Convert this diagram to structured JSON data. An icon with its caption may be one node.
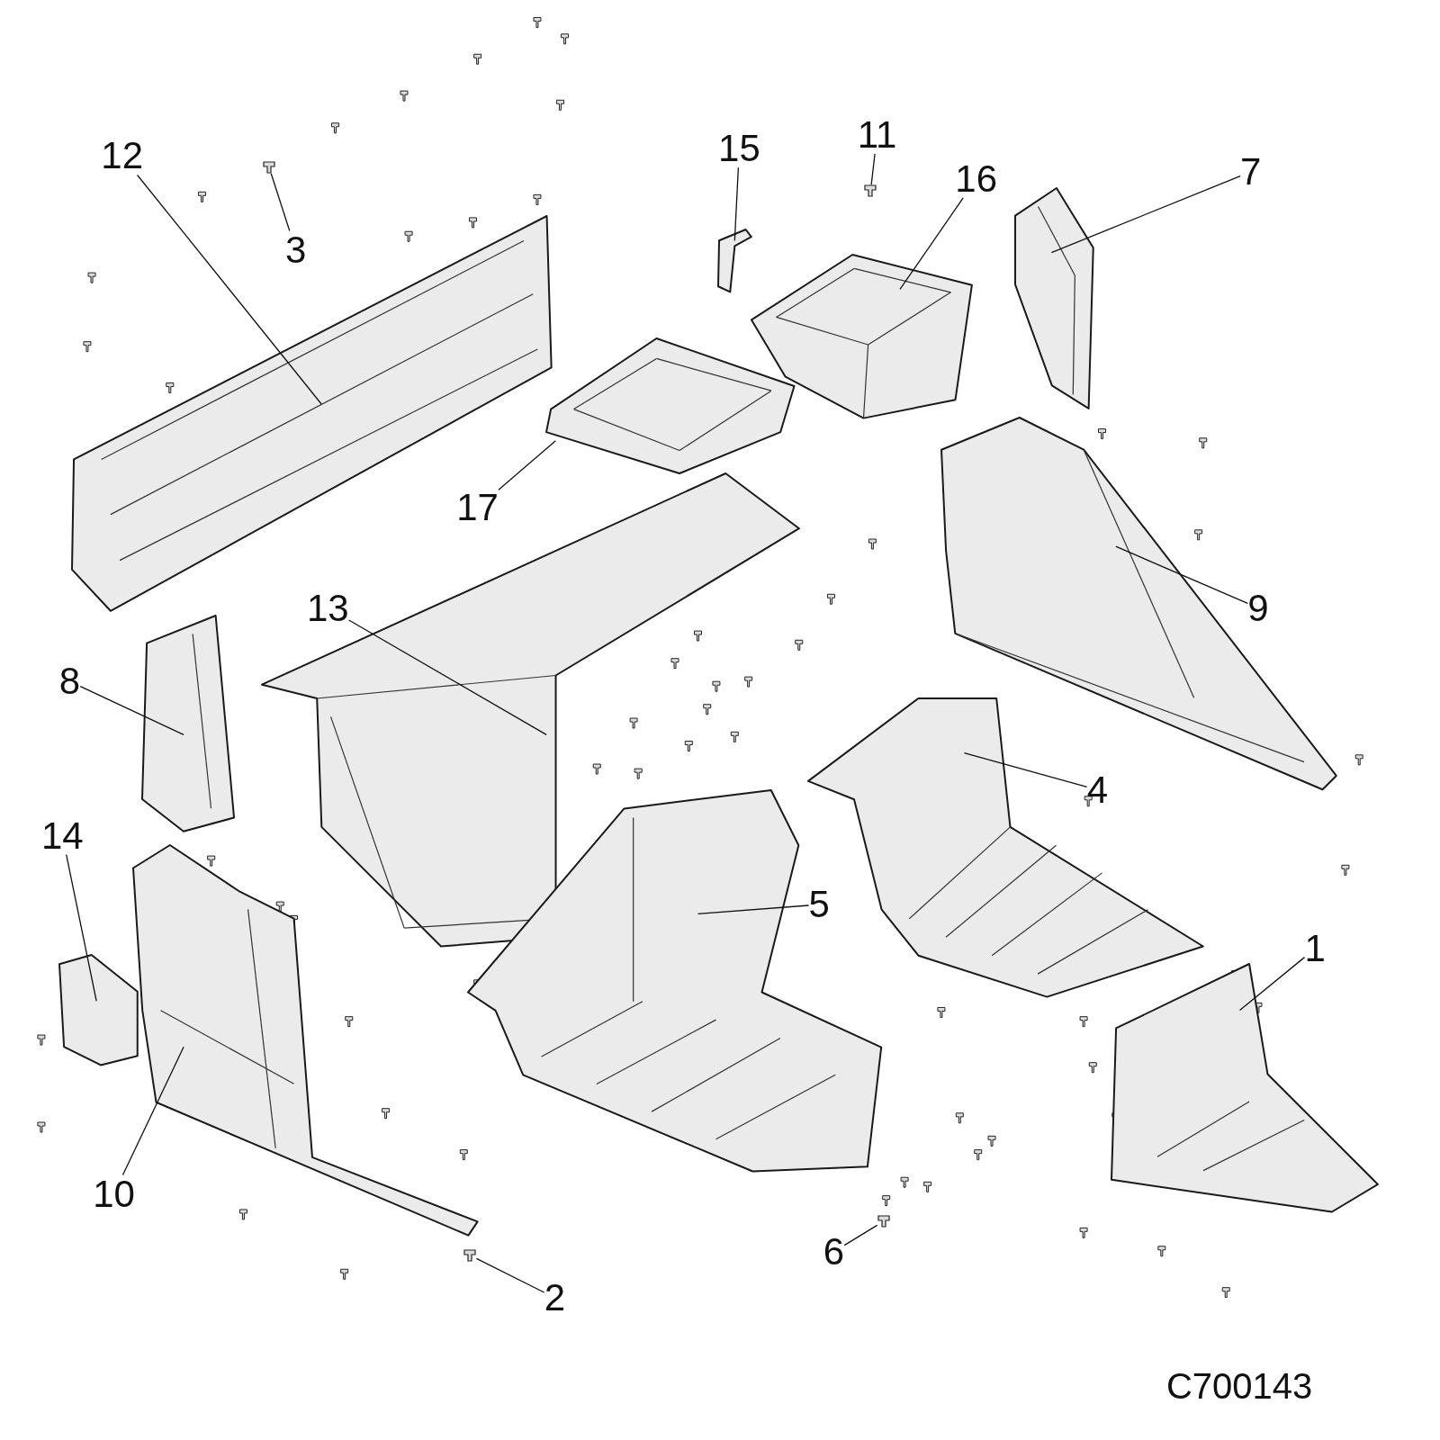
{
  "diagram": {
    "nodes": [
      {
        "text": [
          "11"
        ]
      },
      {
        "text": [
          "15"
        ]
      },
      {
        "text": [
          "12"
        ]
      },
      {
        "text": [
          "7"
        ]
      },
      {
        "text": [
          "16"
        ]
      },
      {
        "text": [
          "3"
        ]
      },
      {
        "text": [
          "17"
        ]
      },
      {
        "text": [
          "9"
        ]
      },
      {
        "text": [
          "13"
        ]
      },
      {
        "text": [
          "8"
        ]
      },
      {
        "text": [
          "4"
        ]
      },
      {
        "text": [
          "14"
        ]
      },
      {
        "text": [
          "5"
        ]
      },
      {
        "text": [
          "1"
        ]
      },
      {
        "text": [
          "10"
        ]
      },
      {
        "text": [
          "6"
        ]
      },
      {
        "text": [
          "2"
        ]
      },
      {
        "text": [],
        "shape": "picture"
      },
      {
        "text": [],
        "shape": "picture"
      },
      {
        "text": [],
        "shape": "picture"
      },
      {
        "text": [],
        "shape": "picture"
      },
      {
        "text": [],
        "shape": "picture"
      },
      {
        "text": [],
        "shape": "picture"
      },
      {
        "text": [],
        "shape": "picture"
      },
      {
        "text": [],
        "shape": "picture"
      },
      {
        "text": [],
        "shape": "picture"
      },
      {
        "text": [],
        "shape": "picture"
      },
      {
        "text": [],
        "shape": "picture"
      },
      {
        "text": [],
        "shape": "picture"
      },
      {
        "text": [],
        "shape": "picture"
      },
      {
        "text": [],
        "shape": "picture"
      },
      {
        "text": [],
        "shape": "picture"
      },
      {
        "text": [],
        "shape": "picture"
      },
      {
        "text": [],
        "shape": "picture"
      }
    ],
    "edges": [
      {
        "from": 0,
        "to": 17,
        "arrow": "none"
      },
      {
        "from": 1,
        "to": 18,
        "arrow": "none"
      },
      {
        "from": 2,
        "to": 19,
        "arrow": "none"
      },
      {
        "from": 3,
        "to": 20,
        "arrow": "none"
      },
      {
        "from": 4,
        "to": 21,
        "arrow": "none"
      },
      {
        "from": 5,
        "to": 22,
        "arrow": "none"
      },
      {
        "from": 6,
        "to": 23,
        "arrow": "none"
      },
      {
        "from": 7,
        "to": 24,
        "arrow": "none"
      },
      {
        "from": 8,
        "to": 25,
        "arrow": "none"
      },
      {
        "from": 9,
        "to": 26,
        "arrow": "none"
      },
      {
        "from": 10,
        "to": 27,
        "arrow": "none"
      },
      {
        "from": 11,
        "to": 28,
        "arrow": "none"
      },
      {
        "from": 12,
        "to": 29,
        "arrow": "none"
      },
      {
        "from": 13,
        "to": 30,
        "arrow": "none"
      },
      {
        "from": 14,
        "to": 31,
        "arrow": "none"
      },
      {
        "from": 15,
        "to": 32,
        "arrow": "none"
      },
      {
        "from": 16,
        "to": 33,
        "arrow": "none"
      }
    ],
    "labels": [
      "C700143"
    ]
  }
}
